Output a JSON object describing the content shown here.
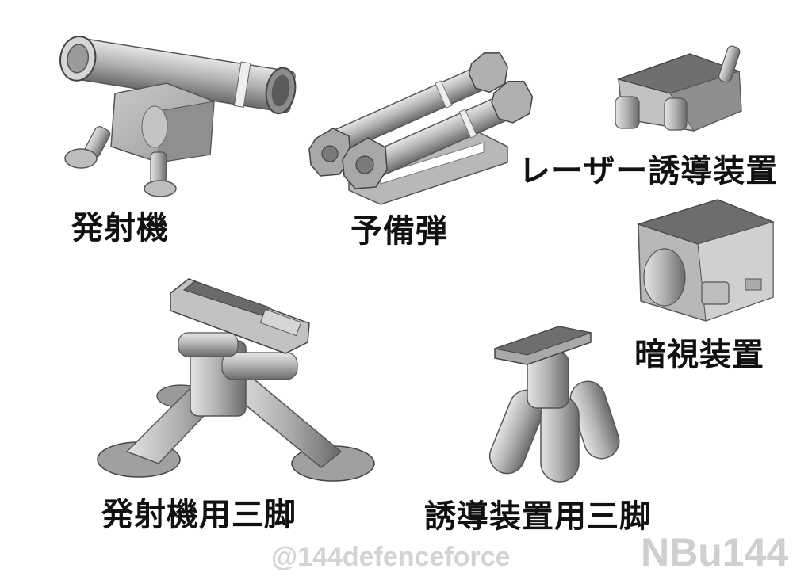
{
  "labels": {
    "launcher": "発射機",
    "reserve_missile": "予備弾",
    "laser_guidance": "レーザー誘導装置",
    "night_vision": "暗視装置",
    "launcher_tripod": "発射機用三脚",
    "guidance_tripod": "誘導装置用三脚"
  },
  "credits": {
    "handle": "@144defenceforce",
    "brand": "NBu144"
  },
  "colors": {
    "model_light": "#d8d8d8",
    "model_mid": "#a9a9a9",
    "model_dark": "#6e6e6e",
    "label_text": "#111111",
    "credit_text": "#cfcfcf"
  }
}
